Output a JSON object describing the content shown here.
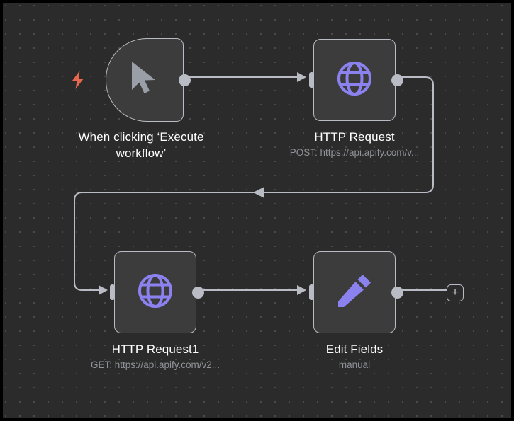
{
  "canvas": {
    "background_color": "#2b2b2b",
    "grid_dot_color": "#4b4b4b",
    "frame_color": "#000000",
    "edge_color": "#b9bcc4",
    "node_fill": "#3c3c3c",
    "node_border": "#b9bcc4",
    "accent_purple": "#8b82f0",
    "trigger_bolt_color": "#e8674f",
    "label_color": "#ffffff",
    "sublabel_color": "#909399"
  },
  "nodes": [
    {
      "id": "trigger",
      "name": "When clicking 'Execute workflow'",
      "label": "When clicking ‘Execute\nworkflow’",
      "subtitle": "",
      "icon": "cursor-icon",
      "shape": "trigger"
    },
    {
      "id": "http-request",
      "name": "HTTP Request",
      "label": "HTTP Request",
      "subtitle": "POST: https://api.apify.com/v...",
      "icon": "globe-icon",
      "shape": "rounded-square"
    },
    {
      "id": "http-request-1",
      "name": "HTTP Request1",
      "label": "HTTP Request1",
      "subtitle": "GET: https://api.apify.com/v2...",
      "icon": "globe-icon",
      "shape": "rounded-square"
    },
    {
      "id": "edit-fields",
      "name": "Edit Fields",
      "label": "Edit Fields",
      "subtitle": "manual",
      "icon": "pencil-icon",
      "shape": "rounded-square"
    }
  ],
  "add_button": {
    "label": "+"
  }
}
